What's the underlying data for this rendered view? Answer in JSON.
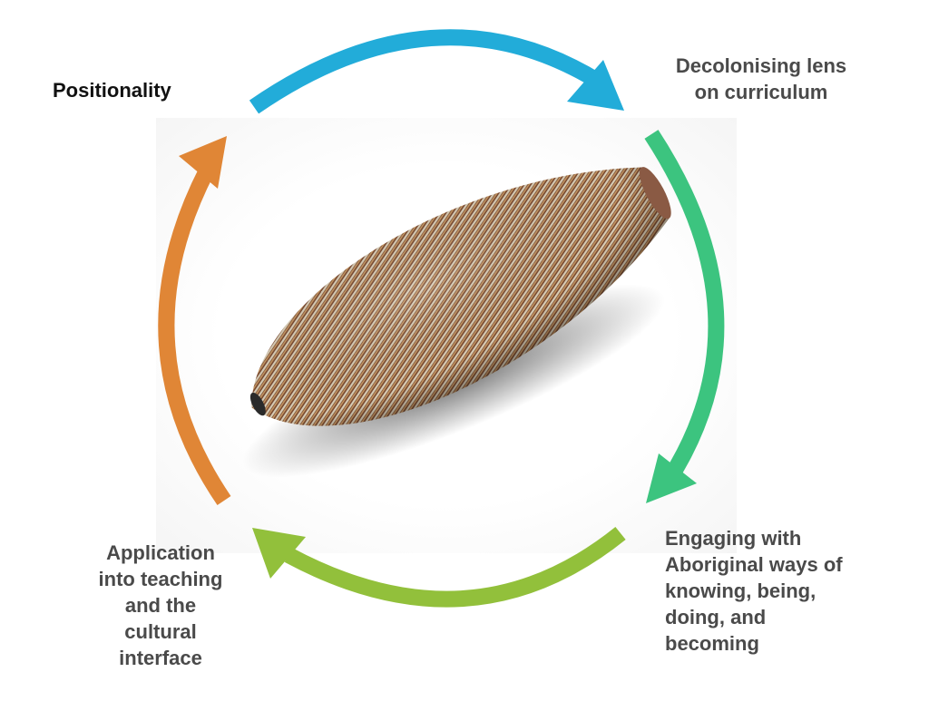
{
  "diagram": {
    "type": "cycle",
    "direction": "clockwise",
    "center_image": "woven-aboriginal-fish-trap-basket",
    "stages": [
      {
        "id": "positionality",
        "lines": [
          "Positionality"
        ],
        "color": "#111111"
      },
      {
        "id": "decolonising",
        "lines": [
          "Decolonising lens",
          "on curriculum"
        ],
        "color": "#4a4a4a"
      },
      {
        "id": "engaging",
        "lines": [
          "Engaging with",
          "Aboriginal ways of",
          "knowing, being,",
          "doing, and",
          "becoming"
        ],
        "color": "#4a4a4a"
      },
      {
        "id": "application",
        "lines": [
          "Application",
          "into teaching",
          "and the",
          "cultural",
          "interface"
        ],
        "color": "#4a4a4a"
      }
    ],
    "arrows": [
      {
        "from": "positionality",
        "to": "decolonising",
        "color": "#22acd9"
      },
      {
        "from": "decolonising",
        "to": "engaging",
        "color": "#3cc47f"
      },
      {
        "from": "engaging",
        "to": "application",
        "color": "#92c03b"
      },
      {
        "from": "application",
        "to": "positionality",
        "color": "#e08636"
      }
    ]
  }
}
